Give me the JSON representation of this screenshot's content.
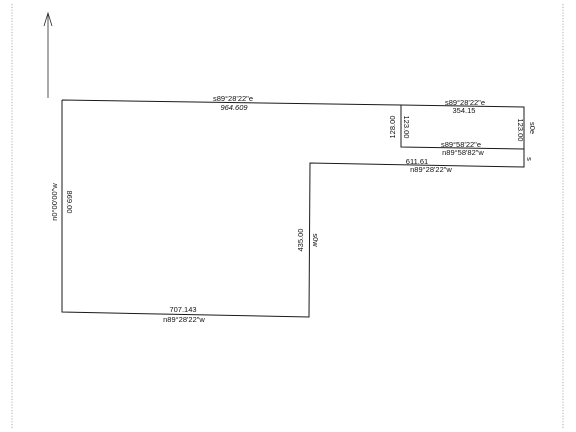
{
  "north_arrow": {
    "icon": "north-arrow-icon"
  },
  "top_boundary": {
    "bearing": "s89°28'22\"e",
    "distance": "964.609"
  },
  "right_parcel_top": {
    "bearing": "s89°28'22\"e",
    "distance": "354.15"
  },
  "right_parcel_mid": {
    "bearing_upper": "s89°58'22\"e",
    "bearing_lower": "n89°58'82\"w"
  },
  "right_parcel_left": {
    "distance_a": "128.00",
    "distance_b": "123.00"
  },
  "right_edge": {
    "distance": "123.00",
    "bearing": "s0e"
  },
  "right_edge_mark": "s",
  "step_boundary": {
    "distance": "611.61",
    "bearing": "n89°28'22\"w"
  },
  "inner_vertical": {
    "distance": "435.00",
    "bearing": "s0w"
  },
  "bottom_boundary": {
    "distance": "707.143",
    "bearing": "n89°28'22\"w"
  },
  "left_boundary": {
    "bearing": "n0°00'00\"w",
    "distance": "869.00"
  }
}
